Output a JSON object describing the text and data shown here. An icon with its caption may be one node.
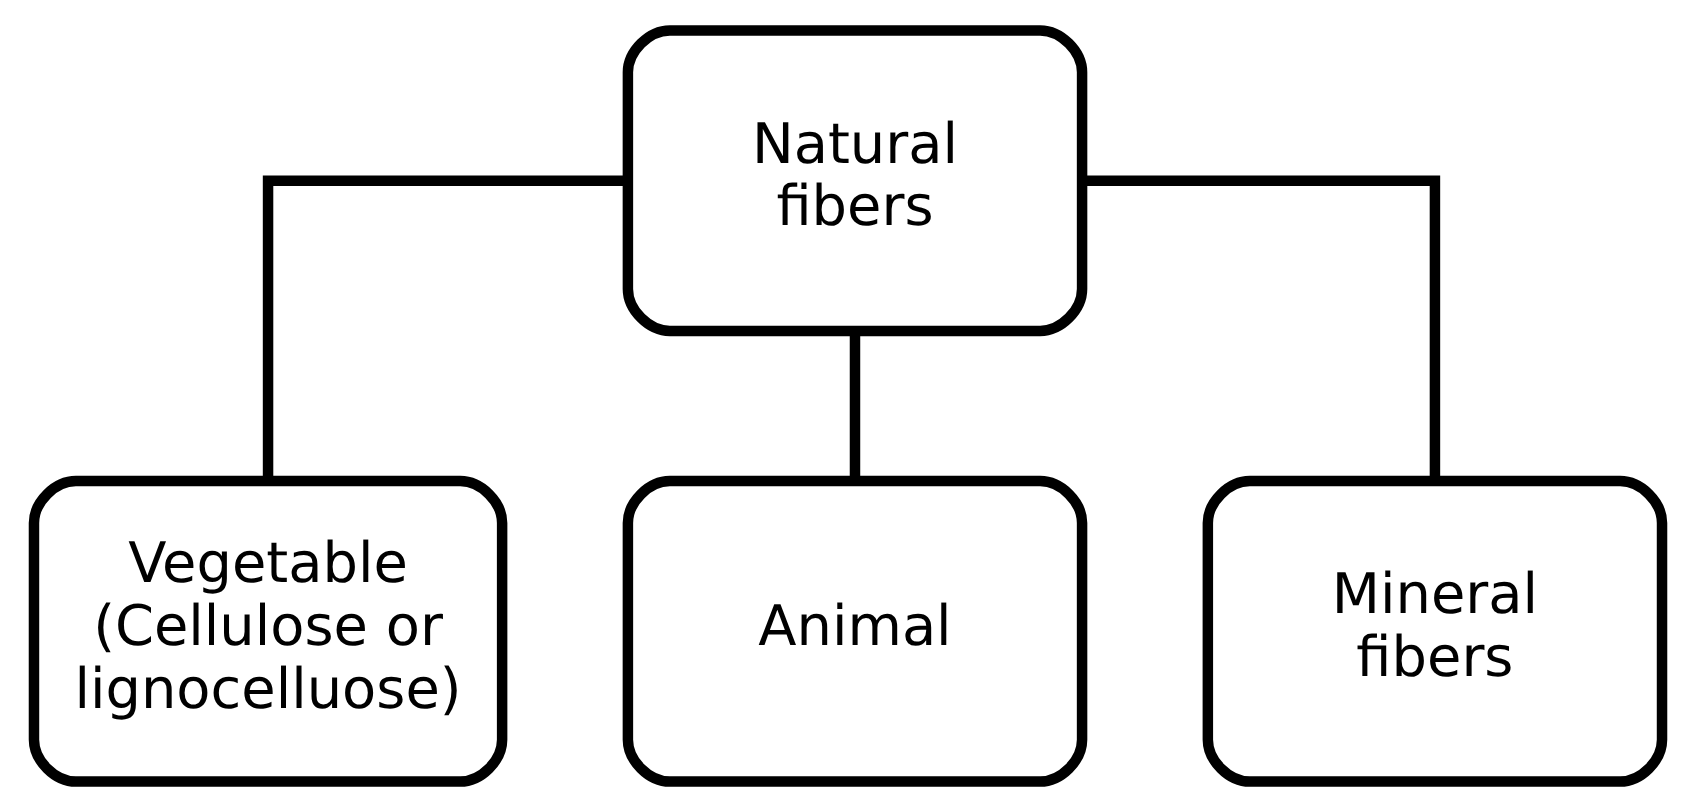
{
  "diagram": {
    "nodes": [
      {
        "text": [
          "Natural fibers"
        ]
      },
      {
        "text": [
          "Vegetable (Cellulose or lignocelluose)"
        ]
      },
      {
        "text": [
          "Animal"
        ]
      },
      {
        "text": [
          "Mineral fibers"
        ]
      }
    ],
    "edges": [
      {
        "from": 0,
        "to": 1,
        "arrow": "none"
      },
      {
        "from": 0,
        "to": 2,
        "arrow": "none"
      },
      {
        "from": 0,
        "to": 3,
        "arrow": "none"
      }
    ]
  }
}
